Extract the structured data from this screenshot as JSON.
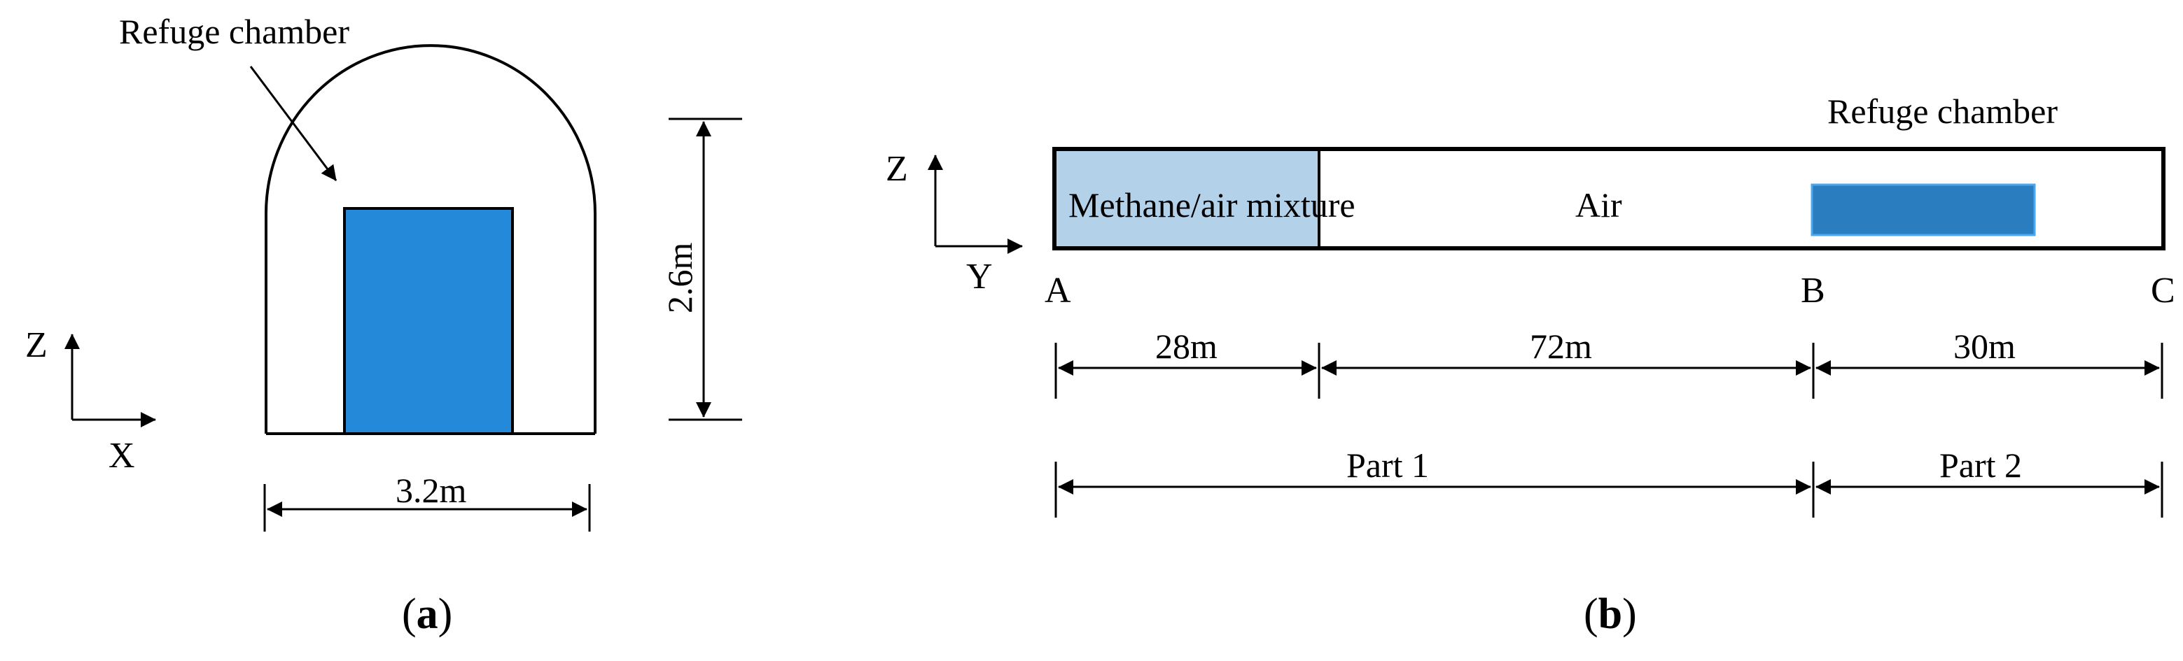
{
  "colors": {
    "chamber_fill": "#2589d9",
    "chamber_fill_b": "#2a7dbf",
    "mixture_fill": "#b4d1ea",
    "line": "#000000"
  },
  "panel_a": {
    "callout_label": "Refuge chamber",
    "axis_z": "Z",
    "axis_x": "X",
    "height_dim": "2.6m",
    "width_dim": "3.2m",
    "caption_open": "(",
    "caption_letter": "a",
    "caption_close": ")"
  },
  "panel_b": {
    "chamber_label": "Refuge chamber",
    "axis_z": "Z",
    "axis_y": "Y",
    "mixture_label": "Methane/air mixture",
    "air_label": "Air",
    "point_a": "A",
    "point_b": "B",
    "point_c": "C",
    "dims": [
      "28m",
      "72m",
      "30m"
    ],
    "parts": [
      "Part 1",
      "Part 2"
    ],
    "caption_open": "(",
    "caption_letter": "b",
    "caption_close": ")"
  }
}
